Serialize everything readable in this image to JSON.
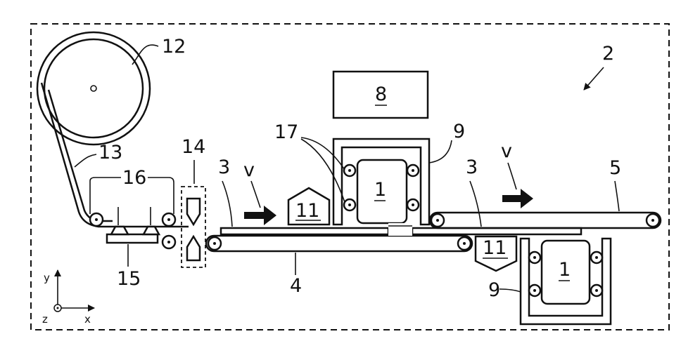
{
  "labels": {
    "storage_roll": "12",
    "web": "13",
    "cutting_device": "14",
    "lower_plate": "15",
    "rollers": "16",
    "holder": "17",
    "machine": "8",
    "gripper_frame_top": "9",
    "gripper_frame_bottom": "9",
    "sheet_left": "3",
    "sheet_right": "3",
    "velocity_left": "v",
    "velocity_right": "v",
    "conveyor_upper": "5",
    "conveyor_lower": "4",
    "apparatus": "2",
    "block_upper": "11",
    "block_lower": "11",
    "product_upper": "1",
    "product_lower": "1",
    "axis_y": "y",
    "axis_z": "z",
    "axis_x": "x"
  }
}
